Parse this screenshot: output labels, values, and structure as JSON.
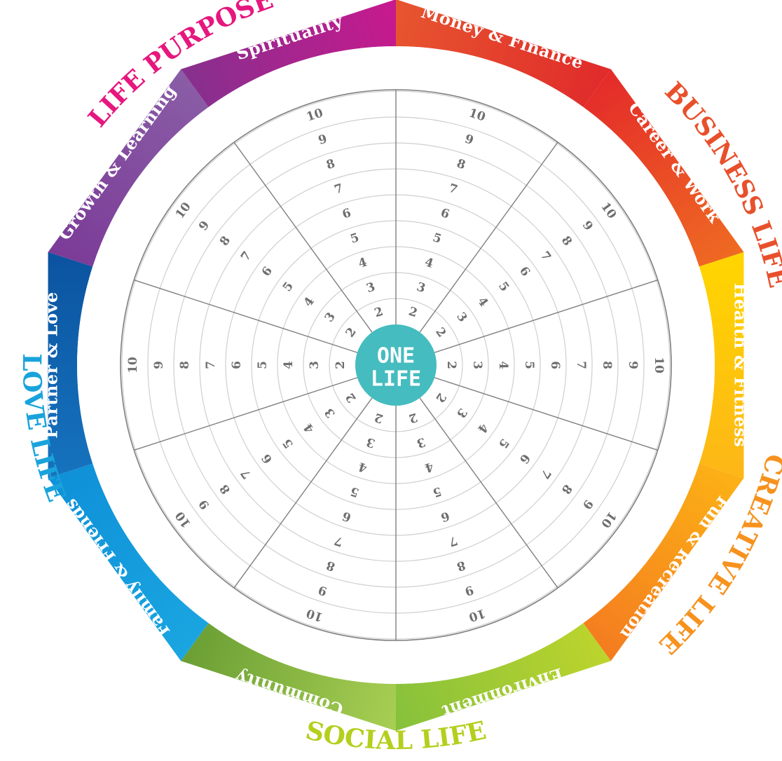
{
  "center": {
    "line1": "ONE",
    "line2": "LIFE",
    "color": "#45bcbf"
  },
  "scale": [
    "2",
    "3",
    "4",
    "5",
    "6",
    "7",
    "8",
    "9",
    "10"
  ],
  "segments": [
    {
      "id": "money",
      "label": "Money & Finance",
      "c1": "#e7562f",
      "c2": "#e02b2b"
    },
    {
      "id": "career",
      "label": "Career & Work",
      "c1": "#e42b2a",
      "c2": "#ef6b22"
    },
    {
      "id": "health",
      "label": "Health & Fitness",
      "c1": "#ffd600",
      "c2": "#fdb617"
    },
    {
      "id": "fun",
      "label": "Fun & Recreation",
      "c1": "#fcb215",
      "c2": "#f47b20"
    },
    {
      "id": "environment",
      "label": "Environment",
      "c1": "#bdd42c",
      "c2": "#86c13c"
    },
    {
      "id": "community",
      "label": "Community",
      "c1": "#a8cf53",
      "c2": "#6a9e34"
    },
    {
      "id": "family",
      "label": "Family & Friends",
      "c1": "#1aa6e1",
      "c2": "#0f90d8"
    },
    {
      "id": "partner",
      "label": "Partner & Love",
      "c1": "#1673be",
      "c2": "#0b53a0"
    },
    {
      "id": "growth",
      "label": "Growth & Learning",
      "c1": "#7b3b97",
      "c2": "#8a5da6"
    },
    {
      "id": "spirit",
      "label": "Spirituality",
      "c1": "#86308e",
      "c2": "#c8198e"
    }
  ],
  "groups": [
    {
      "id": "business",
      "label": "BUSINESS LIFE",
      "color": "#e8502b"
    },
    {
      "id": "creative",
      "label": "CREATIVE LIFE",
      "color": "#f6921e"
    },
    {
      "id": "social",
      "label": "SOCIAL LIFE",
      "color": "#b5cf1d"
    },
    {
      "id": "love",
      "label": "LOVE LIFE",
      "color": "#19a3dc"
    },
    {
      "id": "purpose",
      "label": "LIFE PURPOSE",
      "color": "#e6177e"
    }
  ]
}
